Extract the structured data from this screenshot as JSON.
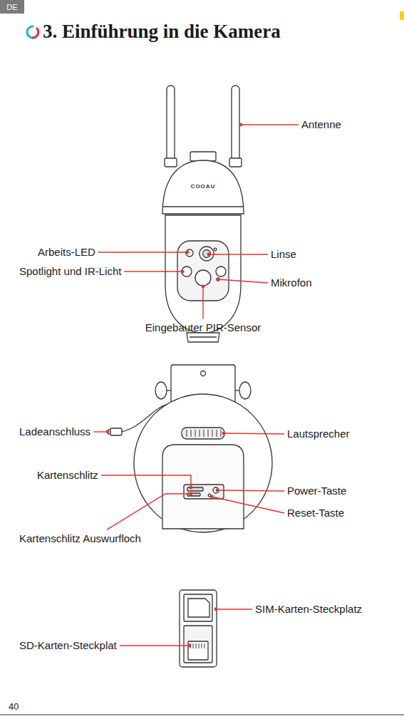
{
  "diagram": {
    "title": "3. Einführung in die Kamera",
    "labels": [
      "DE",
      "Antenne",
      "COOAU",
      "Arbeits-LED",
      "Linse",
      "Spotlight und IR-Licht",
      "Mikrofon",
      "Eingebauter PIR-Sensor",
      "Ladeanschluss",
      "Lautsprecher",
      "Kartenschlitz",
      "Power-Taste",
      "Reset-Taste",
      "Kartenschlitz Auswurfloch",
      "SIM-Karten-Steckplatz",
      "SD-Karten-Steckplat",
      "40"
    ]
  }
}
